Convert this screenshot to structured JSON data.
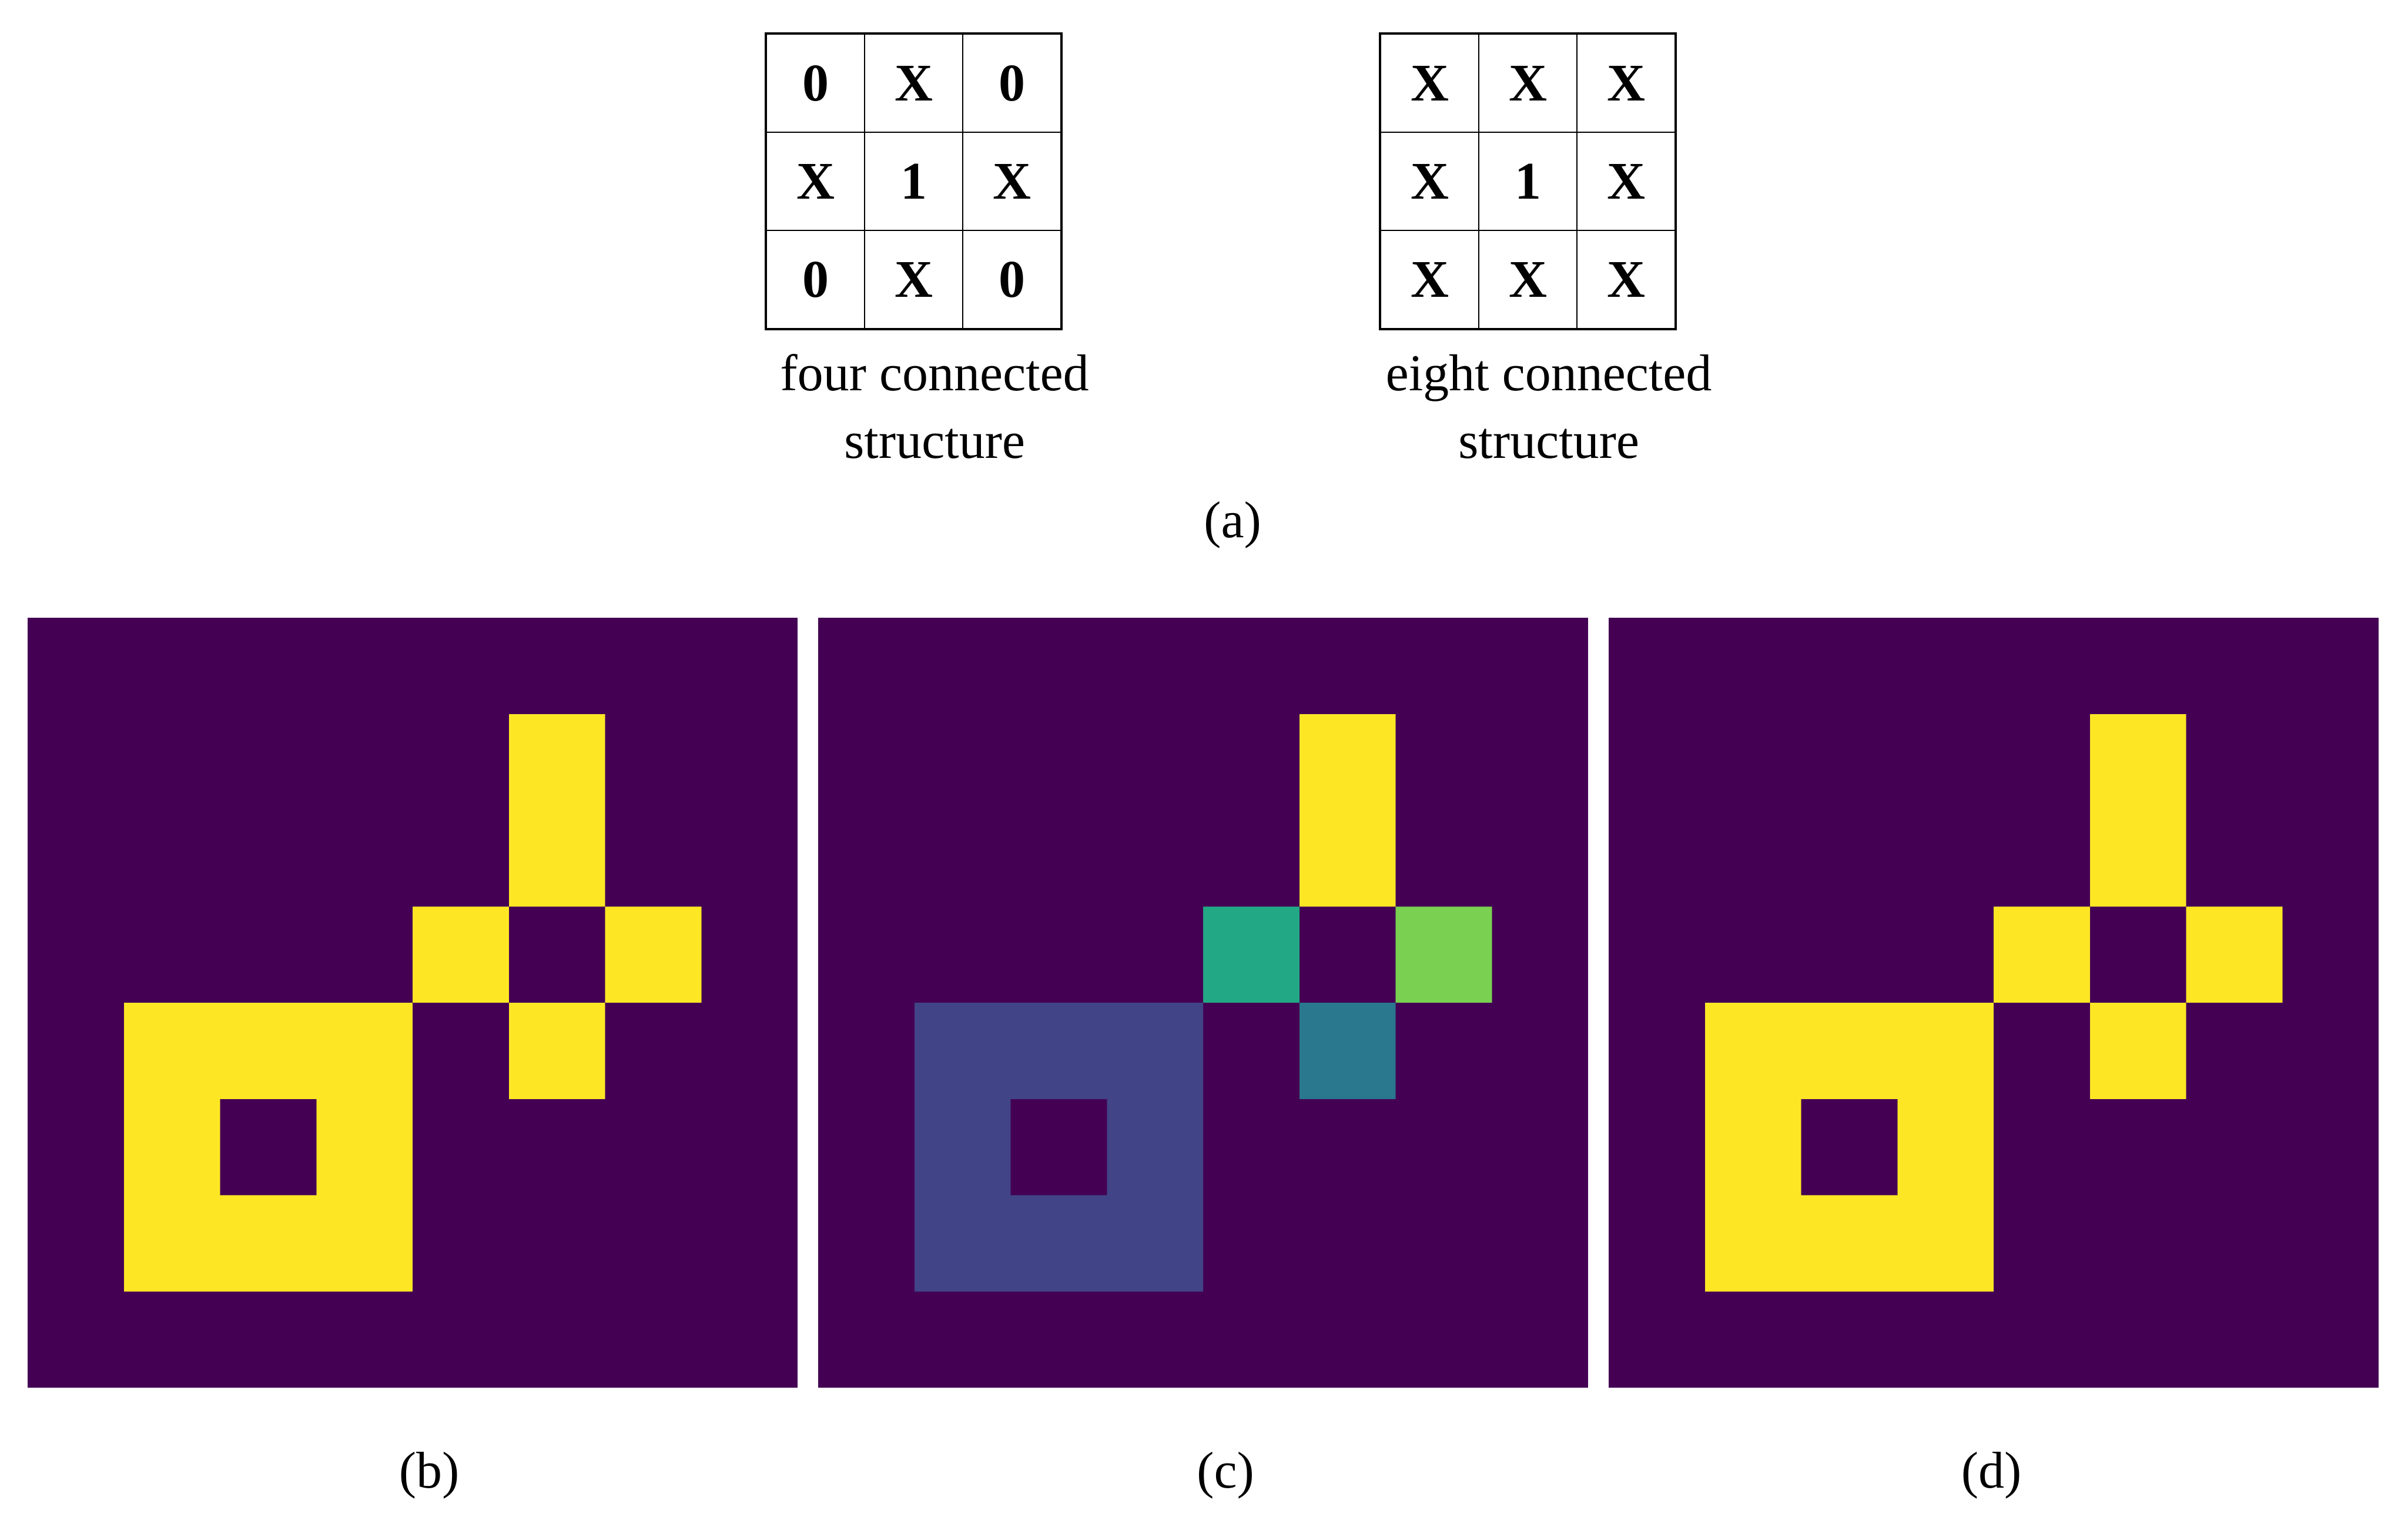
{
  "panel_a": {
    "label": "(a)",
    "four_connected": {
      "caption_line1": "four connected",
      "caption_line2": "structure",
      "cells": [
        "0",
        "X",
        "0",
        "X",
        "1",
        "X",
        "0",
        "X",
        "0"
      ]
    },
    "eight_connected": {
      "caption_line1": "eight connected",
      "caption_line2": "structure",
      "cells": [
        "X",
        "X",
        "X",
        "X",
        "1",
        "X",
        "X",
        "X",
        "X"
      ]
    }
  },
  "grid_size": 8,
  "colors": {
    "background": "#440154",
    "object": "#fde725",
    "label_1": "#414487",
    "label_2": "#22a884",
    "label_3": "#2a788e",
    "label_4": "#7ad151",
    "label_5": "#fde725"
  },
  "panel_b": {
    "label": "(b)",
    "grid": [
      [
        0,
        0,
        0,
        0,
        0,
        0,
        0,
        0
      ],
      [
        0,
        0,
        0,
        0,
        0,
        1,
        0,
        0
      ],
      [
        0,
        0,
        0,
        0,
        0,
        1,
        0,
        0
      ],
      [
        0,
        0,
        0,
        0,
        1,
        0,
        1,
        0
      ],
      [
        0,
        1,
        1,
        1,
        0,
        1,
        0,
        0
      ],
      [
        0,
        1,
        0,
        1,
        0,
        0,
        0,
        0
      ],
      [
        0,
        1,
        1,
        1,
        0,
        0,
        0,
        0
      ],
      [
        0,
        0,
        0,
        0,
        0,
        0,
        0,
        0
      ]
    ]
  },
  "panel_c": {
    "label": "(c)",
    "grid": [
      [
        0,
        0,
        0,
        0,
        0,
        0,
        0,
        0
      ],
      [
        0,
        0,
        0,
        0,
        0,
        5,
        0,
        0
      ],
      [
        0,
        0,
        0,
        0,
        0,
        5,
        0,
        0
      ],
      [
        0,
        0,
        0,
        0,
        2,
        0,
        4,
        0
      ],
      [
        0,
        1,
        1,
        1,
        0,
        3,
        0,
        0
      ],
      [
        0,
        1,
        0,
        1,
        0,
        0,
        0,
        0
      ],
      [
        0,
        1,
        1,
        1,
        0,
        0,
        0,
        0
      ],
      [
        0,
        0,
        0,
        0,
        0,
        0,
        0,
        0
      ]
    ]
  },
  "panel_d": {
    "label": "(d)",
    "grid": [
      [
        0,
        0,
        0,
        0,
        0,
        0,
        0,
        0
      ],
      [
        0,
        0,
        0,
        0,
        0,
        1,
        0,
        0
      ],
      [
        0,
        0,
        0,
        0,
        0,
        1,
        0,
        0
      ],
      [
        0,
        0,
        0,
        0,
        1,
        0,
        1,
        0
      ],
      [
        0,
        1,
        1,
        1,
        0,
        1,
        0,
        0
      ],
      [
        0,
        1,
        0,
        1,
        0,
        0,
        0,
        0
      ],
      [
        0,
        1,
        1,
        1,
        0,
        0,
        0,
        0
      ],
      [
        0,
        0,
        0,
        0,
        0,
        0,
        0,
        0
      ]
    ]
  }
}
